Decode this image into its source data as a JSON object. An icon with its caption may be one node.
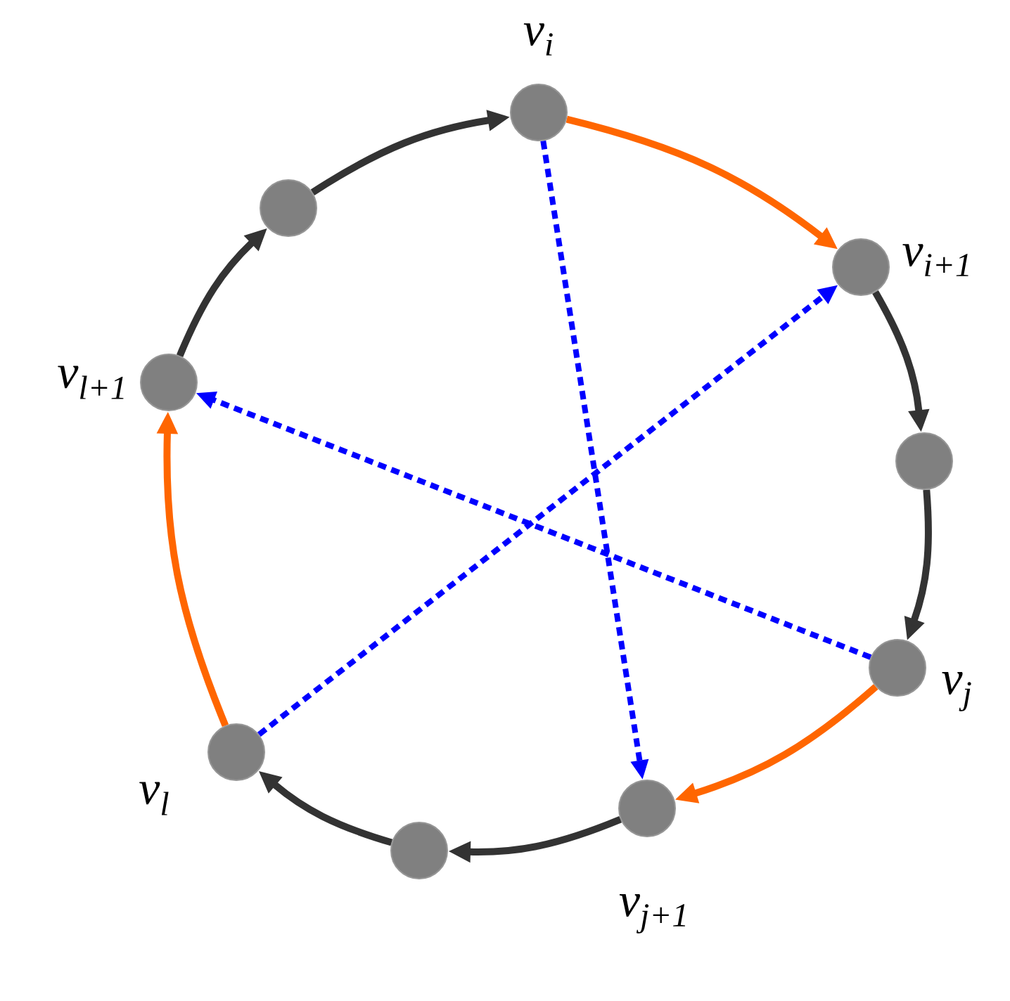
{
  "diagram": {
    "nodes": [
      {
        "text": [],
        "shape": "circle",
        "beside": [
          "*v*$_{i}$"
        ]
      },
      {
        "text": [],
        "shape": "circle",
        "beside": [
          "*v*$_{i+1}$"
        ]
      },
      {
        "text": [],
        "shape": "circle"
      },
      {
        "text": [],
        "shape": "circle",
        "beside": [
          "*v*$_{j}$"
        ]
      },
      {
        "text": [],
        "shape": "circle",
        "beside": [
          "*v*$_{j+1}$"
        ]
      },
      {
        "text": [],
        "shape": "circle"
      },
      {
        "text": [],
        "shape": "circle",
        "beside": [
          "*v*$_{l}$"
        ]
      },
      {
        "text": [],
        "shape": "circle",
        "beside": [
          "*v*$_{l+1}$"
        ]
      },
      {
        "text": [],
        "shape": "circle"
      }
    ],
    "edges": [
      {
        "from": 0,
        "to": 1,
        "arrow": "to",
        "color": "#ff6600"
      },
      {
        "from": 1,
        "to": 2,
        "arrow": "to",
        "color": "#333333"
      },
      {
        "from": 2,
        "to": 3,
        "arrow": "to",
        "color": "#333333"
      },
      {
        "from": 3,
        "to": 4,
        "arrow": "to",
        "color": "#ff6600"
      },
      {
        "from": 4,
        "to": 5,
        "arrow": "to",
        "color": "#333333"
      },
      {
        "from": 5,
        "to": 6,
        "arrow": "to",
        "color": "#333333"
      },
      {
        "from": 6,
        "to": 7,
        "arrow": "to",
        "color": "#ff6600"
      },
      {
        "from": 7,
        "to": 8,
        "arrow": "to",
        "color": "#333333"
      },
      {
        "from": 8,
        "to": 0,
        "arrow": "to",
        "color": "#333333"
      },
      {
        "from": 0,
        "to": 4,
        "arrow": "to",
        "style": "dashed",
        "color": "#0000ff"
      },
      {
        "from": 3,
        "to": 7,
        "arrow": "to",
        "style": "dashed",
        "color": "#0000ff"
      },
      {
        "from": 6,
        "to": 1,
        "arrow": "to",
        "style": "dashed",
        "color": "#0000ff"
      }
    ]
  }
}
